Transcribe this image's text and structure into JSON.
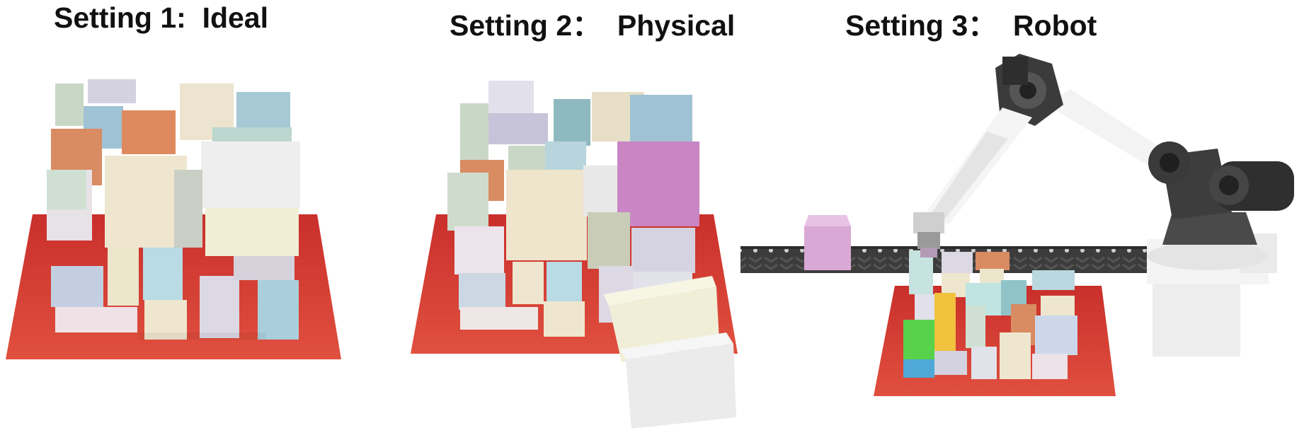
{
  "panels": [
    {
      "title": "Setting 1:  Ideal"
    },
    {
      "title": "Setting 2：  Physical"
    },
    {
      "title": "Setting 3：  Robot"
    }
  ],
  "colors": {
    "pallet": "#d93a35",
    "box_cream": "#efe6cf",
    "box_blue": "#b7d4e0",
    "box_sage": "#c9d8c6",
    "box_orange": "#de8a5e",
    "box_lavender": "#d4d2e0",
    "box_pink": "#c985c4",
    "box_green": "#57d24a",
    "box_yellow": "#f0c23e",
    "robot_white": "#f2f2f2",
    "robot_dark": "#3a3a3a",
    "conveyor": "#3b3b3b"
  }
}
